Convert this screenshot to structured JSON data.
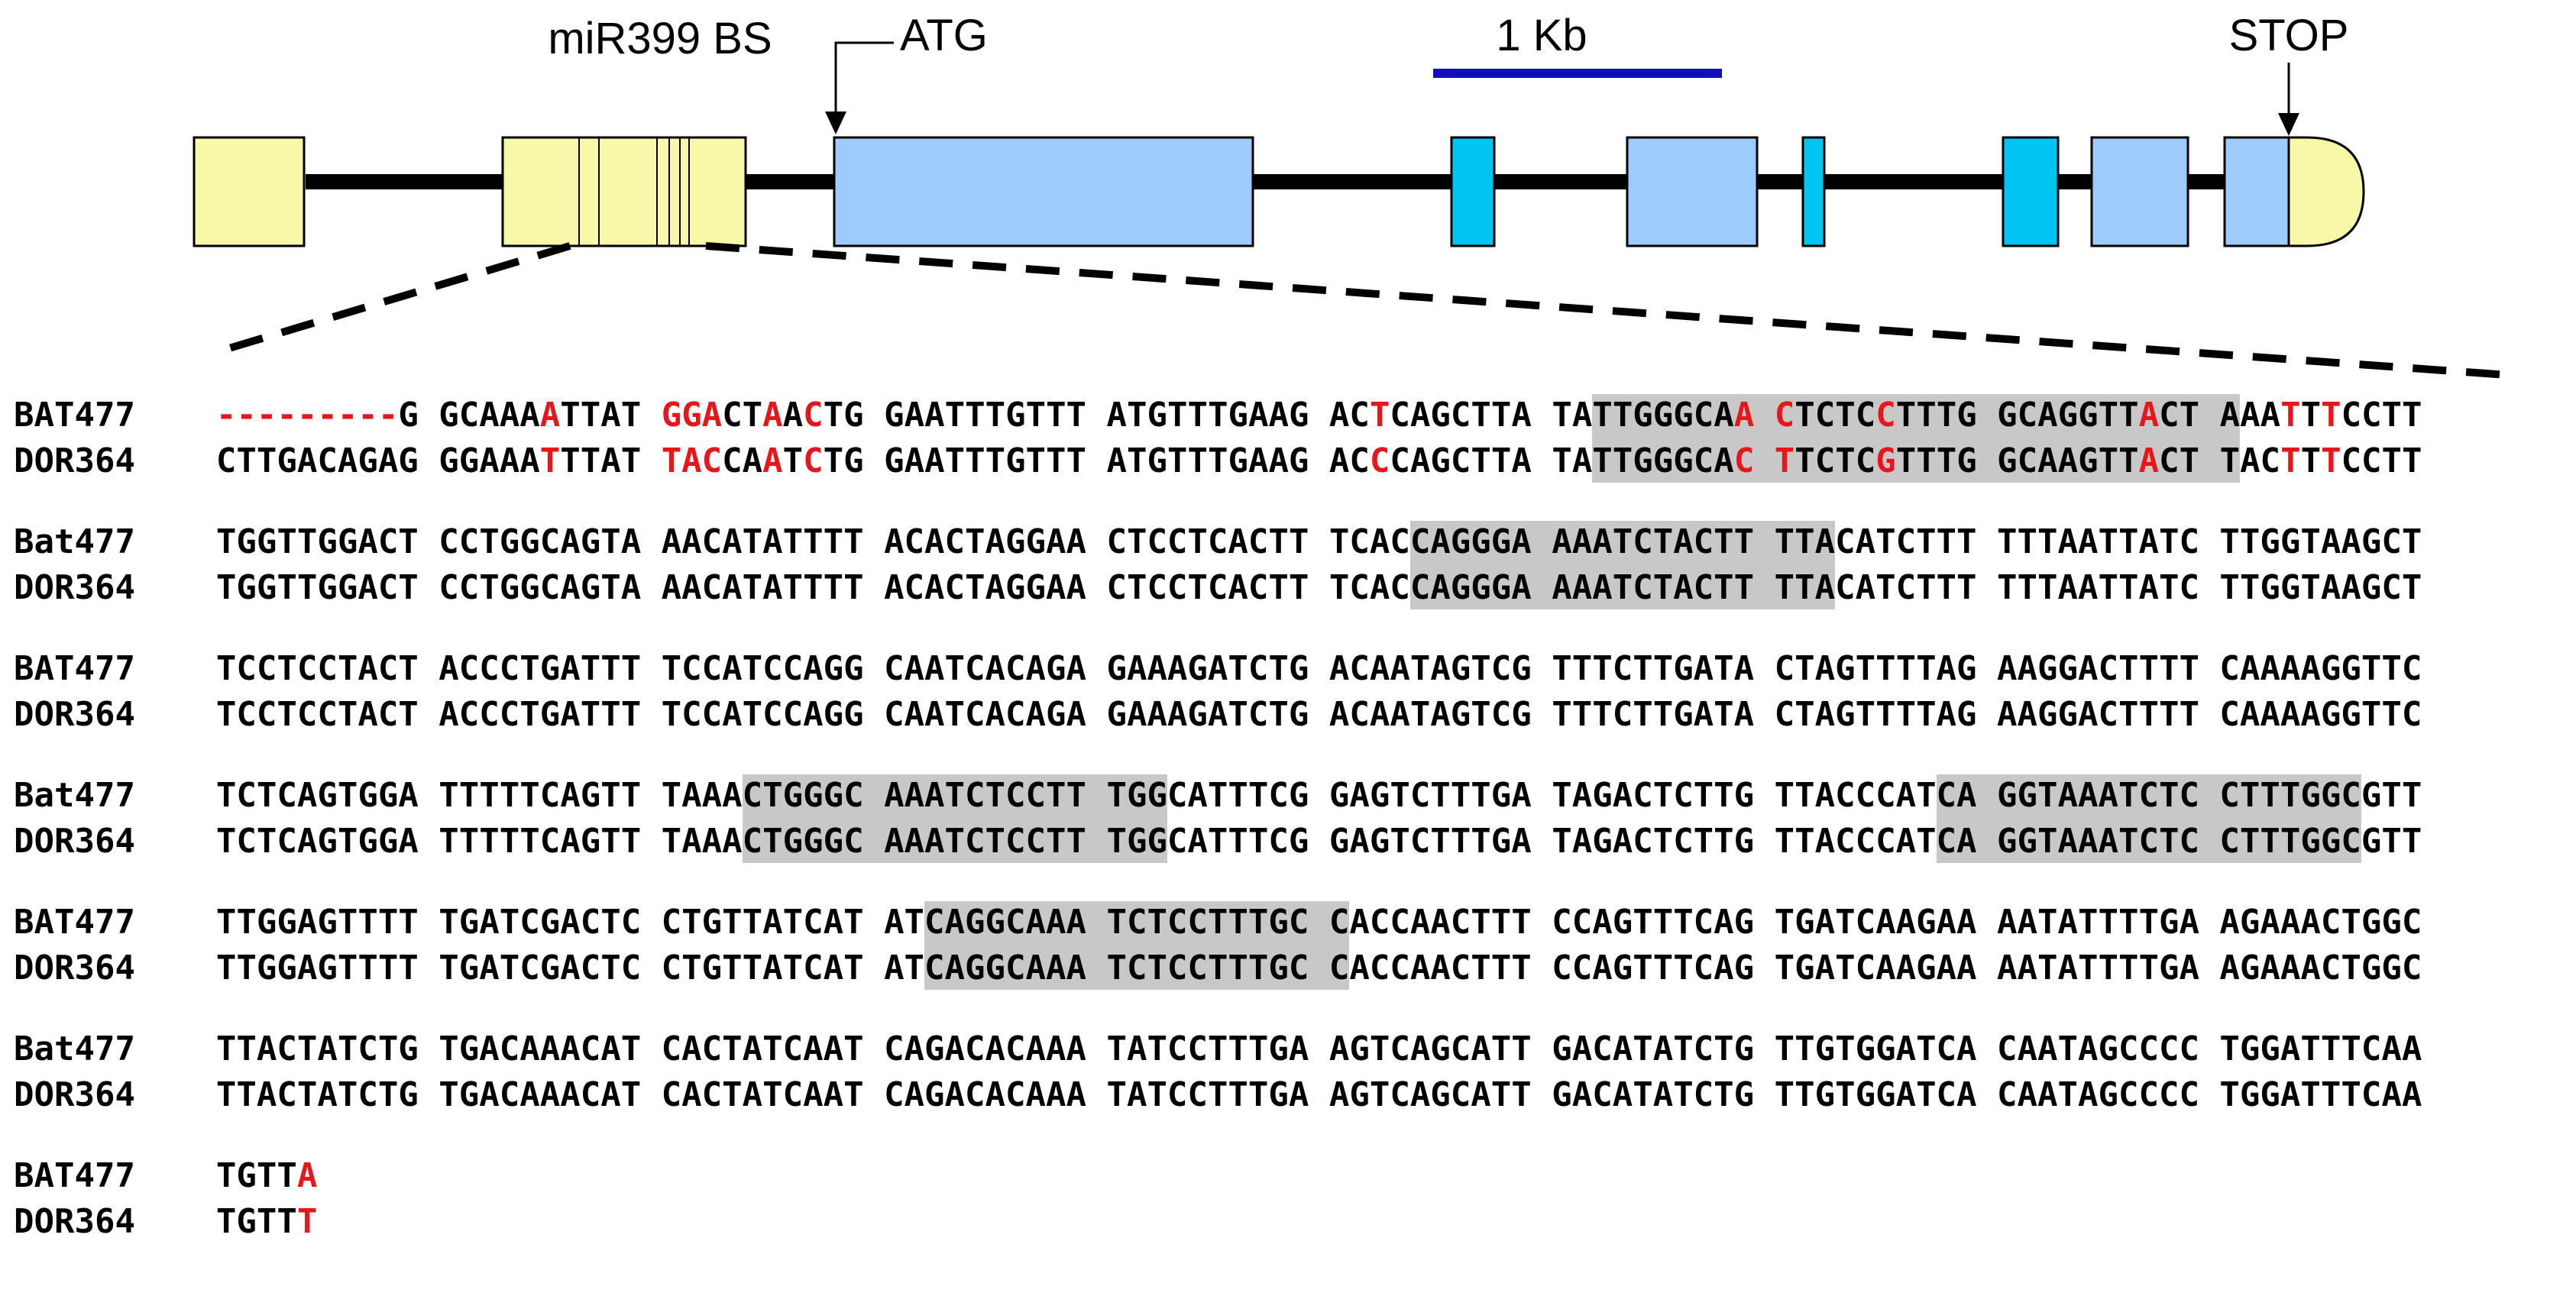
{
  "labels": {
    "binding_site": "miR399 BS",
    "start_codon": "ATG",
    "scale_bar": "1 Kb",
    "stop_codon": "STOP"
  },
  "colors": {
    "utr": "#f8f8a8",
    "exon": "#9dcbfb",
    "exon_small": "#00c4f2",
    "scale_bar": "#1010b8",
    "mismatch": "#e8161b",
    "highlight": "#c8c8c8"
  },
  "alignment": {
    "blocks": [
      {
        "rows": [
          {
            "name": "BAT477",
            "seq": "---------G GCAAAATTAT GGACTAACTG GAATTTGTTT ATGTTTGAAG ACTCAGCTTA TATTGGGCAA CTCTCCTTTG GCAGGTTACT AAATTTCCTT",
            "red": [
              0,
              1,
              2,
              3,
              4,
              5,
              6,
              7,
              8,
              16,
              22,
              23,
              24,
              27,
              29,
              57,
              75,
              77,
              82,
              95,
              102,
              104
            ]
          },
          {
            "name": "DOR364",
            "seq": "CTTGACAGAG GGAAATTTAT TACCAATCTG GAATTTGTTT ATGTTTGAAG ACCCAGCTTA TATTGGGCAC TTCTCGTTTG GCAAGTTACT TACTTTCCTT",
            "red": [
              16,
              22,
              23,
              24,
              27,
              29,
              57,
              75,
              77,
              82,
              95,
              102,
              104
            ]
          }
        ],
        "highlights": [
          [
            68,
            100
          ]
        ]
      },
      {
        "rows": [
          {
            "name": "Bat477",
            "seq": "TGGTTGGACT CCTGGCAGTA AACATATTTT ACACTAGGAA CTCCTCACTT TCACCAGGGA AAATCTACTT TTACATCTTT TTTAATTATC TTGGTAAGCT",
            "red": []
          },
          {
            "name": "DOR364",
            "seq": "TGGTTGGACT CCTGGCAGTA AACATATTTT ACACTAGGAA CTCCTCACTT TCACCAGGGA AAATCTACTT TTACATCTTT TTTAATTATC TTGGTAAGCT",
            "red": []
          }
        ],
        "highlights": [
          [
            59,
            80
          ]
        ]
      },
      {
        "rows": [
          {
            "name": "BAT477",
            "seq": "TCCTCCTACT ACCCTGATTT TCCATCCAGG CAATCACAGA GAAAGATCTG ACAATAGTCG TTTCTTGATA CTAGTTTTAG AAGGACTTTT CAAAAGGTTC",
            "red": []
          },
          {
            "name": "DOR364",
            "seq": "TCCTCCTACT ACCCTGATTT TCCATCCAGG CAATCACAGA GAAAGATCTG ACAATAGTCG TTTCTTGATA CTAGTTTTAG AAGGACTTTT CAAAAGGTTC",
            "red": []
          }
        ],
        "highlights": []
      },
      {
        "rows": [
          {
            "name": "Bat477",
            "seq": "TCTCAGTGGA TTTTTCAGTT TAAACTGGGC AAATCTCCTT TGGCATTTCG GAGTCTTTGA TAGACTCTTG TTACCCATCA GGTAAATCTC CTTTGGCGTT",
            "red": []
          },
          {
            "name": "DOR364",
            "seq": "TCTCAGTGGA TTTTTCAGTT TAAACTGGGC AAATCTCCTT TGGCATTTCG GAGTCTTTGA TAGACTCTTG TTACCCATCA GGTAAATCTC CTTTGGCGTT",
            "red": []
          }
        ],
        "highlights": [
          [
            26,
            47
          ],
          [
            85,
            106
          ]
        ]
      },
      {
        "rows": [
          {
            "name": "BAT477",
            "seq": "TTGGAGTTTT TGATCGACTC CTGTTATCAT ATCAGGCAAA TCTCCTTTGC CACCAACTTT CCAGTTTCAG TGATCAAGAA AATATTTTGA AGAAACTGGC",
            "red": []
          },
          {
            "name": "DOR364",
            "seq": "TTGGAGTTTT TGATCGACTC CTGTTATCAT ATCAGGCAAA TCTCCTTTGC CACCAACTTT CCAGTTTCAG TGATCAAGAA AATATTTTGA AGAAACTGGC",
            "red": []
          }
        ],
        "highlights": [
          [
            35,
            56
          ]
        ]
      },
      {
        "rows": [
          {
            "name": "Bat477",
            "seq": "TTACTATCTG TGACAAACAT CACTATCAAT CAGACACAAA TATCCTTTGA AGTCAGCATT GACATATCTG TTGTGGATCA CAATAGCCCC TGGATTTCAA",
            "red": []
          },
          {
            "name": "DOR364",
            "seq": "TTACTATCTG TGACAAACAT CACTATCAAT CAGACACAAA TATCCTTTGA AGTCAGCATT GACATATCTG TTGTGGATCA CAATAGCCCC TGGATTTCAA",
            "red": []
          }
        ],
        "highlights": []
      },
      {
        "rows": [
          {
            "name": "BAT477",
            "seq": "TGTTA",
            "red": [
              4
            ]
          },
          {
            "name": "DOR364",
            "seq": "TGTTT",
            "red": [
              4
            ]
          }
        ],
        "highlights": []
      }
    ]
  }
}
